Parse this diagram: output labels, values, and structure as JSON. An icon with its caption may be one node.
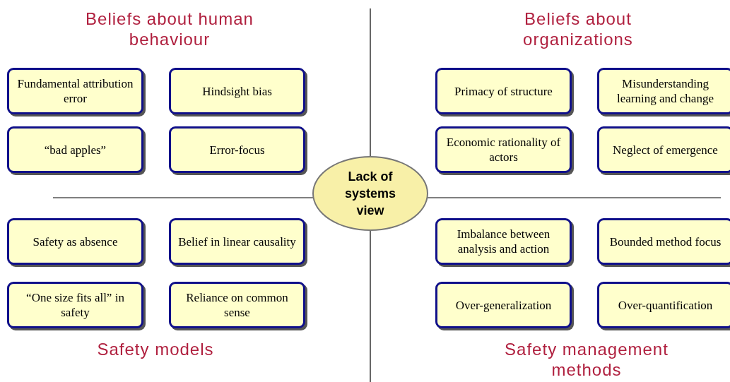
{
  "diagram": {
    "nodes": [
      {
        "text": [
          "Fundamental attribution error"
        ]
      },
      {
        "text": [
          "Hindsight bias"
        ]
      },
      {
        "text": [
          "Primacy of structure"
        ]
      },
      {
        "text": [
          "Misunderstanding learning and change"
        ]
      },
      {
        "text": [
          "“bad apples”"
        ]
      },
      {
        "text": [
          "Error-focus"
        ]
      },
      {
        "text": [
          "Economic rationality of actors"
        ]
      },
      {
        "text": [
          "Neglect of emergence"
        ]
      },
      {
        "text": [
          "Lack of systems view"
        ]
      },
      {
        "text": [
          "Safety as absence"
        ]
      },
      {
        "text": [
          "Belief in linear causality"
        ]
      },
      {
        "text": [
          "Imbalance between analysis and action"
        ]
      },
      {
        "text": [
          "Bounded method focus"
        ]
      },
      {
        "text": [
          "“One size fits all” in safety"
        ]
      },
      {
        "text": [
          "Reliance on common sense"
        ]
      },
      {
        "text": [
          "Over-generalization"
        ]
      },
      {
        "text": [
          "Over-quantification"
        ]
      }
    ],
    "edges": [],
    "labels": [
      "Beliefs about human behaviour",
      "Beliefs about organizations",
      "Safety models",
      "Safety management methods"
    ]
  }
}
